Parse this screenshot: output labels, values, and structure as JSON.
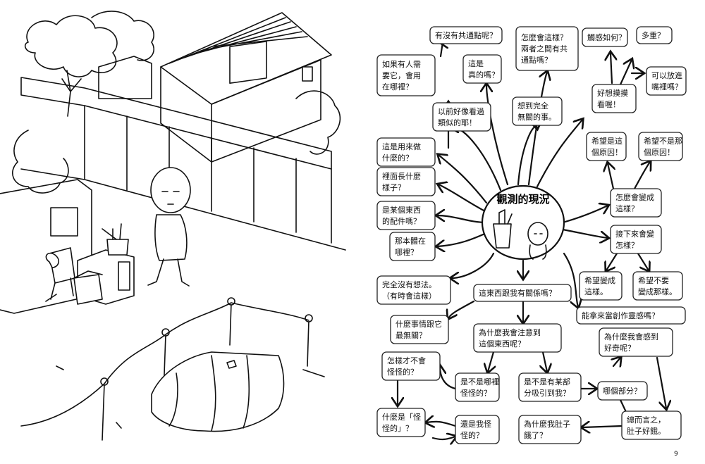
{
  "page_number": "9",
  "center_title": "觀測的現況",
  "nodes": [
    {
      "id": "n1",
      "lines": [
        "有沒有共通點呢？"
      ]
    },
    {
      "id": "n2",
      "lines": [
        "怎麼會這樣？",
        "兩者之間有共",
        "通點嗎？"
      ]
    },
    {
      "id": "n3",
      "lines": [
        "觸感如何？"
      ]
    },
    {
      "id": "n4",
      "lines": [
        "多重？"
      ]
    },
    {
      "id": "n5",
      "lines": [
        "如果有人需",
        "要它，會用",
        "在哪裡？"
      ]
    },
    {
      "id": "n6",
      "lines": [
        "這是",
        "真的嗎？"
      ]
    },
    {
      "id": "n7",
      "lines": [
        "可以放進",
        "嘴裡嗎？"
      ]
    },
    {
      "id": "n8",
      "lines": [
        "好想摸摸",
        "看喔！"
      ]
    },
    {
      "id": "n9",
      "lines": [
        "以前好像看過",
        "類似的耶！"
      ]
    },
    {
      "id": "n10",
      "lines": [
        "想到完全",
        "無關的事。"
      ]
    },
    {
      "id": "n11",
      "lines": [
        "這是用來做",
        "什麼的？"
      ]
    },
    {
      "id": "n12",
      "lines": [
        "希望是這",
        "個原因！"
      ]
    },
    {
      "id": "n13",
      "lines": [
        "希望不是那",
        "個原因！"
      ]
    },
    {
      "id": "n14",
      "lines": [
        "裡面長什麼",
        "樣子？"
      ]
    },
    {
      "id": "n15",
      "lines": [
        "怎麼會變成",
        "這樣？"
      ]
    },
    {
      "id": "n16",
      "lines": [
        "是某個東西",
        "的配件嗎？"
      ]
    },
    {
      "id": "n17",
      "lines": [
        "接下來會變",
        "怎樣？"
      ]
    },
    {
      "id": "n18",
      "lines": [
        "那本體在",
        "哪裡？"
      ]
    },
    {
      "id": "n19",
      "lines": [
        "希望變成",
        "這樣。"
      ]
    },
    {
      "id": "n20",
      "lines": [
        "希望不要",
        "變成那樣。"
      ]
    },
    {
      "id": "n21",
      "lines": [
        "完全沒有想法。",
        "（有時會這樣）"
      ]
    },
    {
      "id": "n22",
      "lines": [
        "這東西跟我有關係嗎？"
      ]
    },
    {
      "id": "n23",
      "lines": [
        "能拿來當創作靈感嗎？"
      ]
    },
    {
      "id": "n24",
      "lines": [
        "什麼事情跟它",
        "最無關？"
      ]
    },
    {
      "id": "n25",
      "lines": [
        "為什麼我會注意到",
        "這個東西呢？"
      ]
    },
    {
      "id": "n26",
      "lines": [
        "為什麼我會感到",
        "好奇呢？"
      ]
    },
    {
      "id": "n27",
      "lines": [
        "怎樣才不會",
        "怪怪的？"
      ]
    },
    {
      "id": "n28",
      "lines": [
        "是不是哪裡",
        "怪怪的？"
      ]
    },
    {
      "id": "n29",
      "lines": [
        "是不是有某部",
        "分吸引到我？"
      ]
    },
    {
      "id": "n30",
      "lines": [
        "哪個部分？"
      ]
    },
    {
      "id": "n31",
      "lines": [
        "什麼是「怪",
        "怪的」？"
      ]
    },
    {
      "id": "n32",
      "lines": [
        "還是我怪",
        "怪的？"
      ]
    },
    {
      "id": "n33",
      "lines": [
        "為什麼我肚子",
        "餓了？"
      ]
    },
    {
      "id": "n34",
      "lines": [
        "總而言之，",
        "肚子好餓。"
      ]
    }
  ]
}
